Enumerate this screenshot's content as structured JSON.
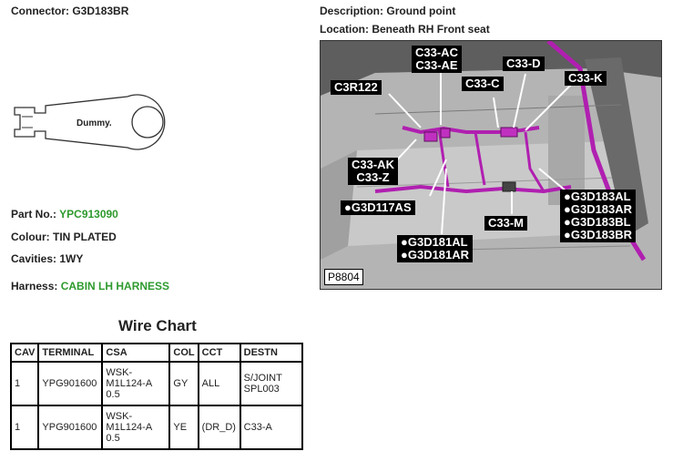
{
  "connector": {
    "label": "Connector:",
    "value": "G3D183BR"
  },
  "description": {
    "label": "Description:",
    "value": "Ground point"
  },
  "location": {
    "label": "Location:",
    "value": "Beneath RH Front seat"
  },
  "drawing": {
    "text": "Dummy."
  },
  "part_no": {
    "label": "Part No.:",
    "value": "YPC913090"
  },
  "colour": {
    "label": "Colour:",
    "value": "TIN PLATED"
  },
  "cavities": {
    "label": "Cavities:",
    "value": "1WY"
  },
  "harness": {
    "label": "Harness:",
    "value": "CABIN LH HARNESS"
  },
  "photo": {
    "ref": "P8804",
    "tags": {
      "c33_ac": "C33-AC",
      "c33_ae": "C33-AE",
      "c33_d": "C33-D",
      "c3r122": "C3R122",
      "c33_c": "C33-C",
      "c33_k": "C33-K",
      "c33_ak": "C33-AK",
      "c33_z": "C33-Z",
      "g3d117as": "●G3D117AS",
      "c33_m": "C33-M",
      "g3d183al": "●G3D183AL",
      "g3d183ar": "●G3D183AR",
      "g3d183bl": "●G3D183BL",
      "g3d183br": "●G3D183BR",
      "g3d181al": "●G3D181AL",
      "g3d181ar": "●G3D181AR"
    }
  },
  "wire_chart": {
    "title": "Wire Chart",
    "headers": {
      "cav": "CAV",
      "terminal": "TERMINAL",
      "csa": "CSA",
      "col": "COL",
      "cct": "CCT",
      "destn": "DESTN"
    },
    "rows": [
      {
        "cav": "1",
        "terminal": "YPG901600",
        "csa": "WSK-M1L124-A 0.5",
        "col": "GY",
        "cct": "ALL",
        "destn": "S/JOINT SPL003"
      },
      {
        "cav": "1",
        "terminal": "YPG901600",
        "csa": "WSK-M1L124-A 0.5",
        "col": "YE",
        "cct": "(DR_D)",
        "destn": "C33-A"
      }
    ]
  },
  "colors": {
    "green": "#2e9a2e",
    "harness_purple": "#b01fb0"
  }
}
